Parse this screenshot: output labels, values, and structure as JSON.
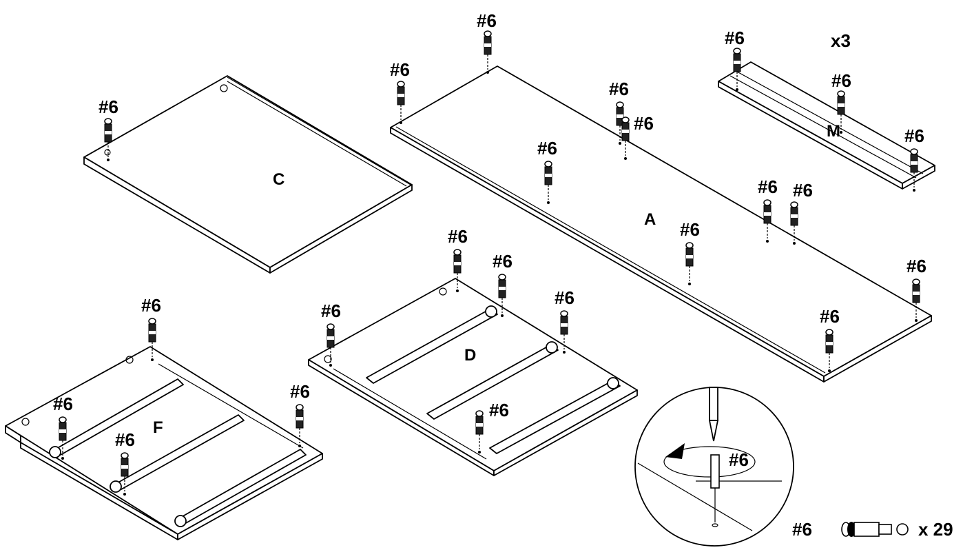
{
  "instruction": {
    "step_title": "",
    "panels": {
      "C": "C",
      "A": "A",
      "M": "M",
      "D": "D",
      "F": "F"
    },
    "quantity_m": "x3",
    "part_code": "#6",
    "parts_legend": {
      "code": "#6",
      "quantity": "x 29",
      "icon": "cam-bolt-icon"
    },
    "detail_icon": "screwdriver-rotate-icon"
  }
}
